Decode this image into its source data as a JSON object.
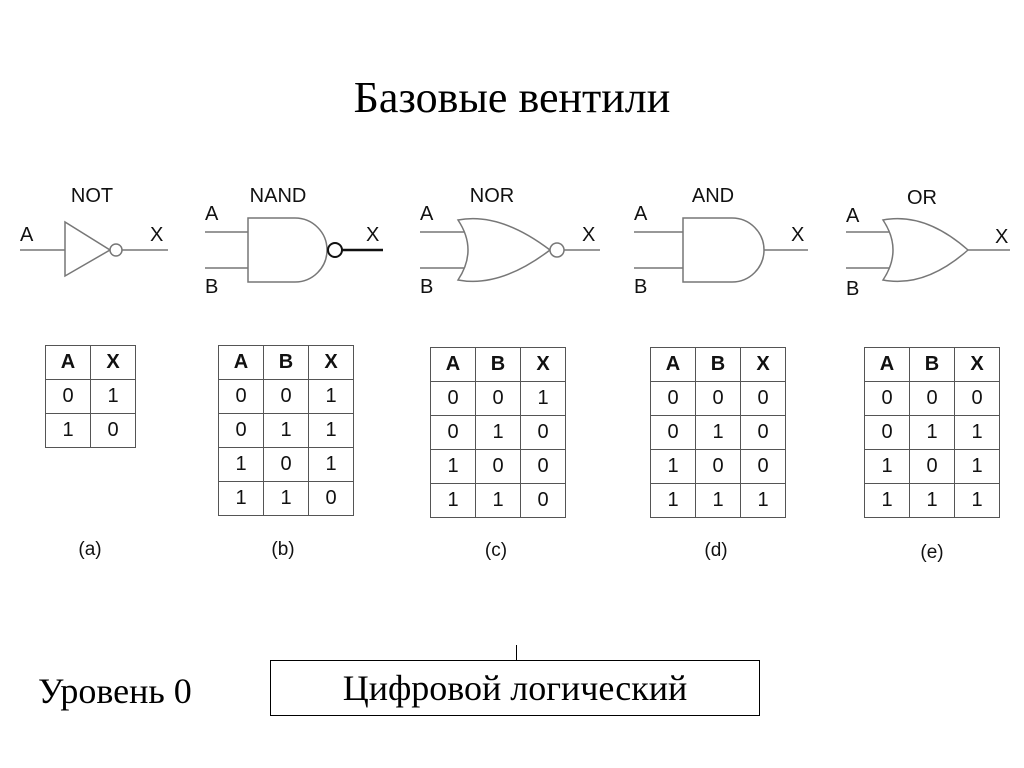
{
  "title": "Базовые вентили",
  "gates": [
    {
      "id": "not",
      "name": "NOT",
      "input_a": "A",
      "input_b": "",
      "output": "X",
      "caption": "(a)",
      "headers": [
        "A",
        "X"
      ],
      "rows": [
        [
          "0",
          "1"
        ],
        [
          "1",
          "0"
        ]
      ]
    },
    {
      "id": "nand",
      "name": "NAND",
      "input_a": "A",
      "input_b": "B",
      "output": "X",
      "caption": "(b)",
      "headers": [
        "A",
        "B",
        "X"
      ],
      "rows": [
        [
          "0",
          "0",
          "1"
        ],
        [
          "0",
          "1",
          "1"
        ],
        [
          "1",
          "0",
          "1"
        ],
        [
          "1",
          "1",
          "0"
        ]
      ]
    },
    {
      "id": "nor",
      "name": "NOR",
      "input_a": "A",
      "input_b": "B",
      "output": "X",
      "caption": "(c)",
      "headers": [
        "A",
        "B",
        "X"
      ],
      "rows": [
        [
          "0",
          "0",
          "1"
        ],
        [
          "0",
          "1",
          "0"
        ],
        [
          "1",
          "0",
          "0"
        ],
        [
          "1",
          "1",
          "0"
        ]
      ]
    },
    {
      "id": "and",
      "name": "AND",
      "input_a": "A",
      "input_b": "B",
      "output": "X",
      "caption": "(d)",
      "headers": [
        "A",
        "B",
        "X"
      ],
      "rows": [
        [
          "0",
          "0",
          "0"
        ],
        [
          "0",
          "1",
          "0"
        ],
        [
          "1",
          "0",
          "0"
        ],
        [
          "1",
          "1",
          "1"
        ]
      ]
    },
    {
      "id": "or",
      "name": "OR",
      "input_a": "A",
      "input_b": "B",
      "output": "X",
      "caption": "(e)",
      "headers": [
        "A",
        "B",
        "X"
      ],
      "rows": [
        [
          "0",
          "0",
          "0"
        ],
        [
          "0",
          "1",
          "1"
        ],
        [
          "1",
          "0",
          "1"
        ],
        [
          "1",
          "1",
          "1"
        ]
      ]
    }
  ],
  "level": {
    "label": "Уровень 0",
    "box_text": "Цифровой логический"
  }
}
